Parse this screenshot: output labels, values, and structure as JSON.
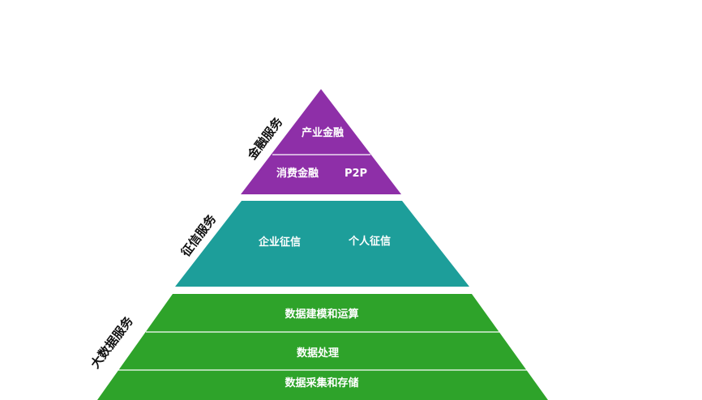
{
  "sections": {
    "finance": {
      "title": "金融服务",
      "color": "#8e2fa8",
      "rows": {
        "top": "产业金融",
        "bottom_left": "消费金融",
        "bottom_right": "P2P"
      }
    },
    "credit": {
      "title": "征信服务",
      "color": "#1d9e9a",
      "items": {
        "left": "企业征信",
        "right": "个人征信"
      }
    },
    "bigdata": {
      "title": "大数据服务",
      "color": "#2ea32a",
      "rows": {
        "top": "数据建模和运算",
        "middle": "数据处理",
        "bottom": "数据采集和存储"
      }
    }
  }
}
